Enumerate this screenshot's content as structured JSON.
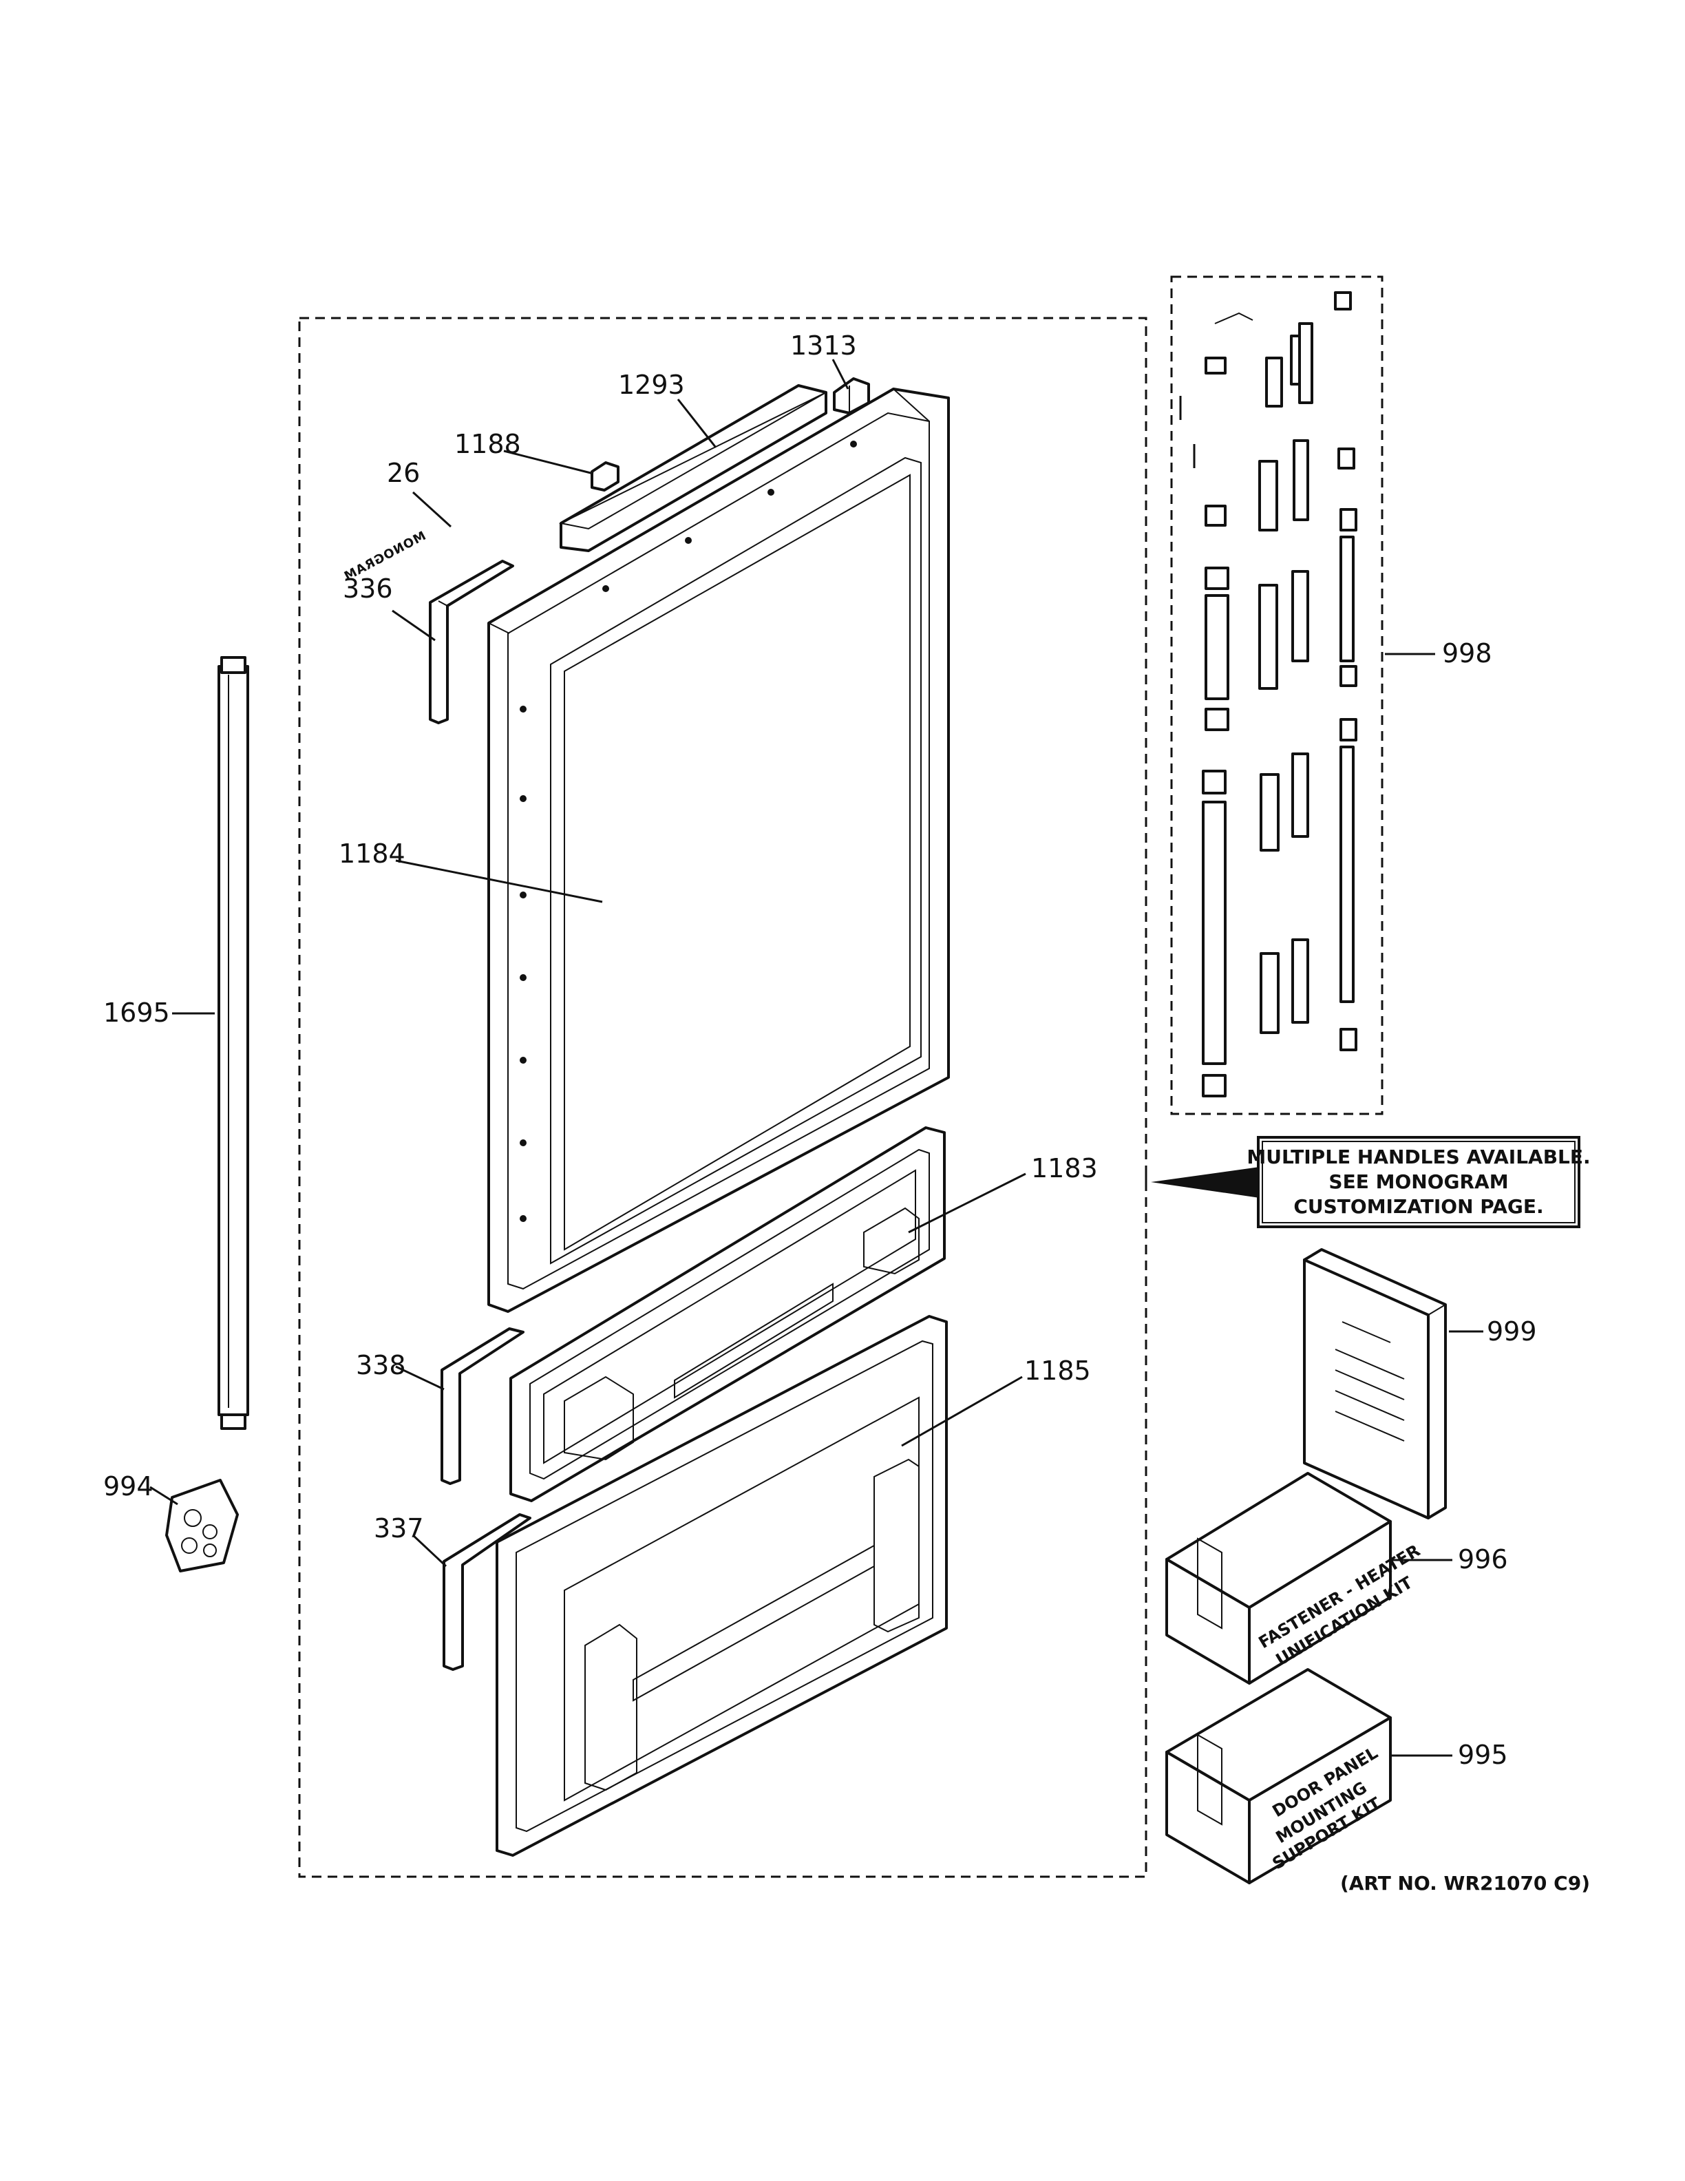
{
  "diagram": {
    "callouts": {
      "p1313": "1313",
      "p1293": "1293",
      "p1188": "1188",
      "p26": "26",
      "p336": "336",
      "p1184": "1184",
      "p1695": "1695",
      "p998": "998",
      "p1183": "1183",
      "p338": "338",
      "p1185": "1185",
      "p994": "994",
      "p337": "337",
      "p999": "999",
      "p996": "996",
      "p995": "995"
    },
    "note": {
      "line1": "MULTIPLE HANDLES AVAILABLE.",
      "line2": "SEE MONOGRAM",
      "line3": "CUSTOMIZATION PAGE."
    },
    "kit_996": {
      "line1": "FASTENER - HEATER",
      "line2": "UNIFICATION KIT"
    },
    "kit_995": {
      "line1": "DOOR PANEL",
      "line2": "MOUNTING",
      "line3": "SUPPORT KIT"
    },
    "logo": "MONOGRAM",
    "art_number": "(ART NO. WR21070 C9)"
  }
}
